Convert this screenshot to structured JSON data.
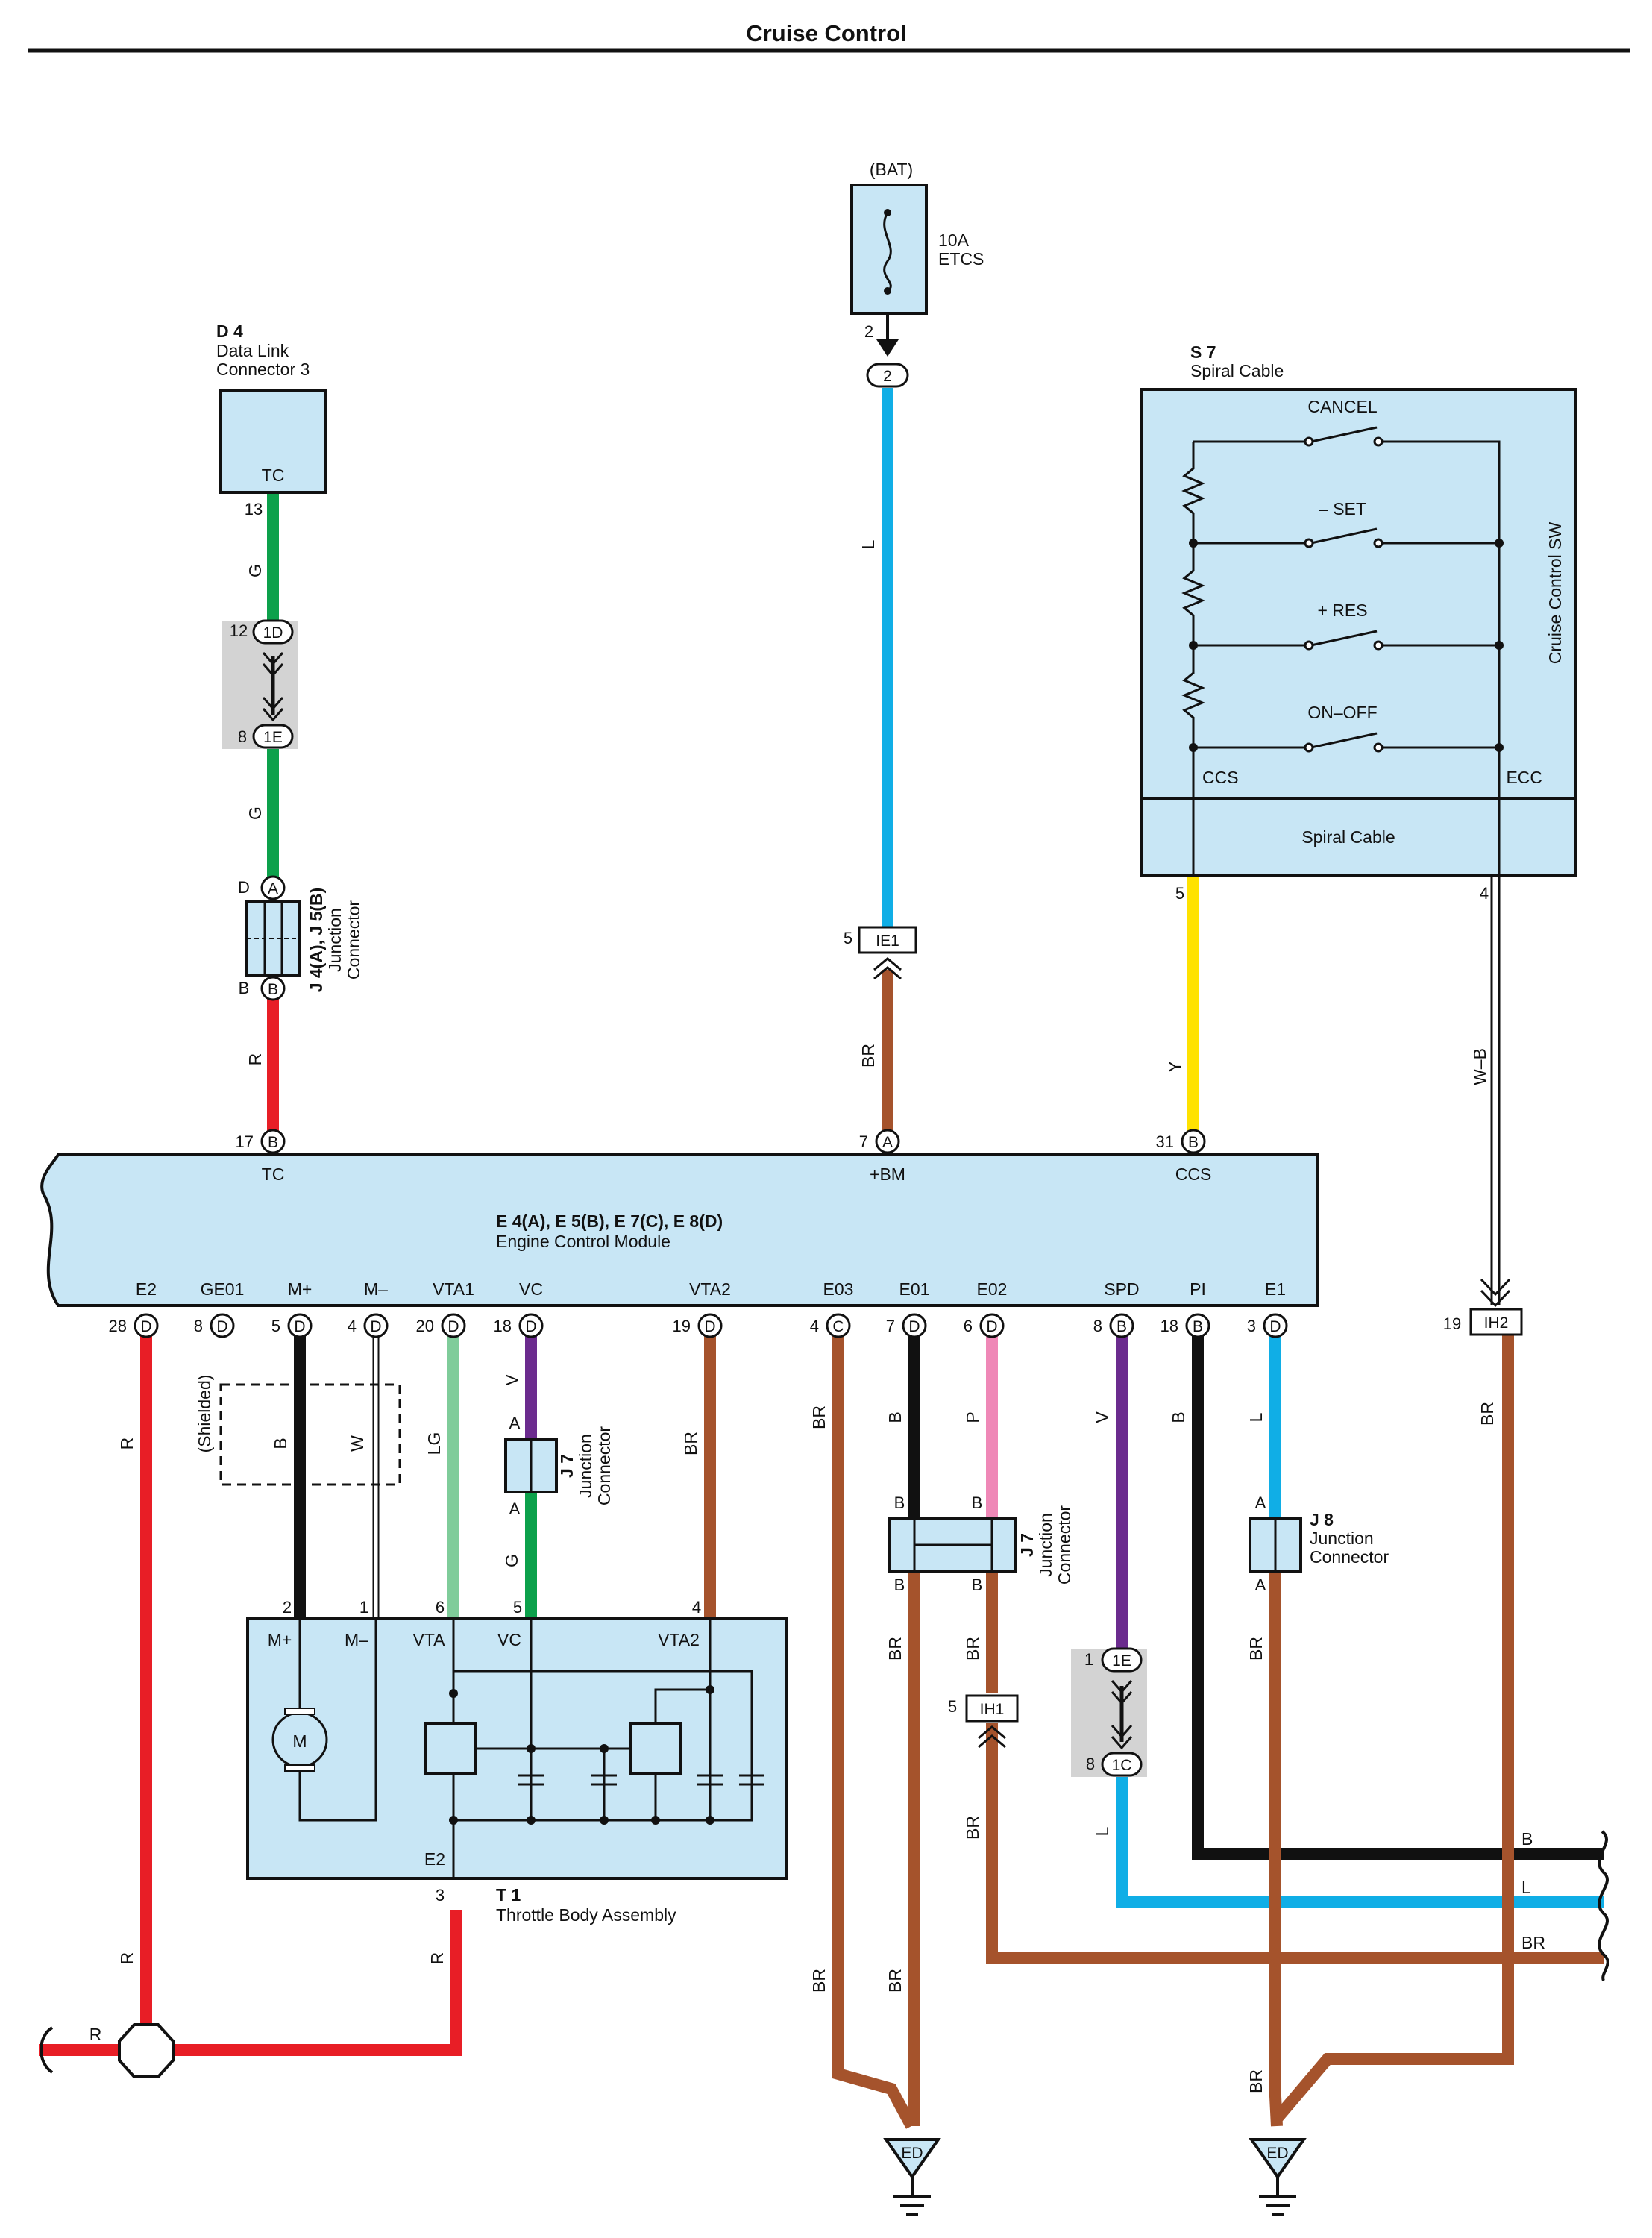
{
  "page": {
    "title": "Cruise Control"
  },
  "colors": {
    "G": "#0ca14b",
    "L": "#10aee6",
    "R": "#e81e26",
    "BR": "#a5532c",
    "Y": "#ffe200",
    "V": "#6b2b8e",
    "B": "#111111",
    "LG": "#7fcc9a",
    "P": "#ef88b7",
    "W": "#ffffff",
    "box": "#c8e6f5",
    "shade": "#d3d3d3"
  },
  "components": {
    "fuse": {
      "source": "(BAT)",
      "rating": "10A",
      "name": "ETCS"
    },
    "dlc": {
      "code": "D 4",
      "name_l1": "Data Link",
      "name_l2": "Connector 3",
      "terminal": "TC",
      "pin": "13"
    },
    "spiral": {
      "code": "S 7",
      "name": "Spiral Cable",
      "side_label": "Cruise Control SW",
      "cancel": "CANCEL",
      "set": "– SET",
      "res": "+ RES",
      "onoff": "ON–OFF",
      "ccs": "CCS",
      "ecc": "ECC",
      "pin_ccs": "5",
      "pin_ecc": "4"
    },
    "j4j5": {
      "code": "J 4(A), J 5(B)",
      "name_l1": "Junction",
      "name_l2": "Connector",
      "top_pin": "D",
      "top_conn": "A",
      "bot_pin": "B",
      "bot_conn": "B"
    },
    "ecm": {
      "code": "E 4(A), E 5(B), E 7(C), E 8(D)",
      "name": "Engine Control Module"
    },
    "j7a": {
      "code": "J 7",
      "name_l1": "Junction",
      "name_l2": "Connector",
      "top": "A",
      "bottom": "A"
    },
    "j7b": {
      "code": "J 7",
      "name_l1": "Junction",
      "name_l2": "Connector",
      "tl": "B",
      "tr": "B",
      "bl": "B",
      "br": "B"
    },
    "j8": {
      "code": "J 8",
      "name_l1": "Junction",
      "name_l2": "Connector",
      "top": "A",
      "bottom": "A"
    },
    "tb": {
      "code": "T 1",
      "name": "Throttle Body Assembly",
      "mplus": "M+",
      "mminus": "M–",
      "vta": "VTA",
      "vc": "VC",
      "vta2": "VTA2",
      "e2": "E2",
      "motor": "M",
      "pin_mplus": "2",
      "pin_mminus": "1",
      "pin_vta": "6",
      "pin_vc": "5",
      "pin_vta2": "4",
      "pin_e2": "3"
    },
    "shielded": "(Shielded)",
    "ground1": "ED",
    "ground2": "ED"
  },
  "ecm_top_terminals": [
    {
      "pin": "17",
      "conn": "B",
      "label": "TC"
    },
    {
      "pin": "7",
      "conn": "A",
      "label": "+BM"
    },
    {
      "pin": "31",
      "conn": "B",
      "label": "CCS"
    }
  ],
  "ecm_bottom_terminals": [
    {
      "pin": "28",
      "conn": "D",
      "label": "E2"
    },
    {
      "pin": "8",
      "conn": "D",
      "label": "GE01"
    },
    {
      "pin": "5",
      "conn": "D",
      "label": "M+"
    },
    {
      "pin": "4",
      "conn": "D",
      "label": "M–"
    },
    {
      "pin": "20",
      "conn": "D",
      "label": "VTA1"
    },
    {
      "pin": "18",
      "conn": "D",
      "label": "VC"
    },
    {
      "pin": "19",
      "conn": "D",
      "label": "VTA2"
    },
    {
      "pin": "4",
      "conn": "C",
      "label": "E03"
    },
    {
      "pin": "7",
      "conn": "D",
      "label": "E01"
    },
    {
      "pin": "6",
      "conn": "D",
      "label": "E02"
    },
    {
      "pin": "8",
      "conn": "B",
      "label": "SPD"
    },
    {
      "pin": "18",
      "conn": "B",
      "label": "PI"
    },
    {
      "pin": "3",
      "conn": "D",
      "label": "E1"
    }
  ],
  "inline_connectors": {
    "fuse_out": {
      "pin": "2",
      "conn": "2"
    },
    "c1d": {
      "pin": "12",
      "conn": "1D"
    },
    "c1e_top": {
      "pin": "8",
      "conn": "1E"
    },
    "ie1": {
      "pin": "5",
      "conn": "IE1"
    },
    "ih2": {
      "pin": "19",
      "conn": "IH2"
    },
    "ih1": {
      "pin": "5",
      "conn": "IH1"
    },
    "c1e_spd": {
      "pin": "1",
      "conn": "1E"
    },
    "c1c": {
      "pin": "8",
      "conn": "1C"
    }
  },
  "wire_labels": {
    "g1": "G",
    "g2": "G",
    "r_dlc": "R",
    "l_bat": "L",
    "br_bm": "BR",
    "y_ccs": "Y",
    "wb": "W–B",
    "r_e2": "R",
    "b_mplus": "B",
    "w_mminus": "W",
    "lg": "LG",
    "v_vc": "V",
    "g_vc": "G",
    "br_vta2": "BR",
    "br_e03a": "BR",
    "br_e03b": "BR",
    "b_e01": "B",
    "br_e01a": "BR",
    "br_e01b": "BR",
    "p_e02": "P",
    "br_e02a": "BR",
    "br_e02b": "BR",
    "v_spd": "V",
    "l_spd": "L",
    "b_pi": "B",
    "l_e1": "L",
    "br_e1a": "BR",
    "br_e1b": "BR",
    "br_ih2": "BR",
    "r_tb": "R",
    "r_splice": "R",
    "r_left": "R",
    "out_b": "B",
    "out_l": "L",
    "out_br": "BR"
  }
}
